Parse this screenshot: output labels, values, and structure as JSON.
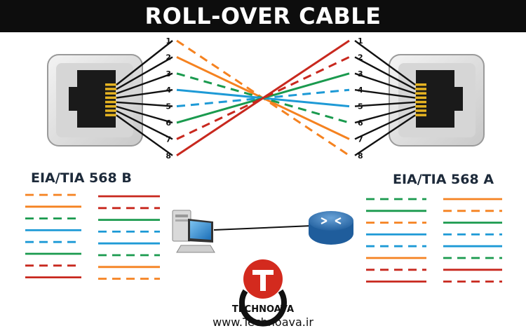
{
  "title": "ROLL-OVER CABLE",
  "left_standard": "EIA/TIA 568 B",
  "right_standard": "EIA/TIA 568 A",
  "pin_numbers": [
    "1",
    "2",
    "3",
    "4",
    "5",
    "6",
    "7",
    "8"
  ],
  "wire_colors": [
    "#f58220",
    "#f58220",
    "#1a9a4e",
    "#1e9ad6",
    "#1e9ad6",
    "#1a9a4e",
    "#c8281e",
    "#c8281e"
  ],
  "wire_dashed": [
    true,
    false,
    true,
    false,
    true,
    false,
    true,
    false
  ],
  "crossover_pairs": [
    [
      1,
      8
    ],
    [
      2,
      7
    ],
    [
      3,
      6
    ],
    [
      4,
      5
    ],
    [
      5,
      4
    ],
    [
      6,
      3
    ],
    [
      7,
      2
    ],
    [
      8,
      1
    ]
  ],
  "legend_b_colors": [
    "#f58220",
    "#f58220",
    "#1a9a4e",
    "#1e9ad6",
    "#1e9ad6",
    "#1a9a4e",
    "#c8281e",
    "#c8281e"
  ],
  "legend_b_dashed": [
    true,
    false,
    true,
    false,
    true,
    false,
    true,
    false
  ],
  "legend_a_colors": [
    "#1a9a4e",
    "#1a9a4e",
    "#f58220",
    "#1e9ad6",
    "#1e9ad6",
    "#f58220",
    "#c8281e",
    "#c8281e"
  ],
  "legend_a_dashed": [
    true,
    false,
    true,
    false,
    true,
    false,
    true,
    false
  ],
  "right_pair_colors": [
    "#c8281e",
    "#c8281e",
    "#1a9a4e",
    "#1e9ad6",
    "#1e9ad6",
    "#1a9a4e",
    "#f58220",
    "#f58220"
  ],
  "right_pair_dashed": [
    false,
    true,
    false,
    true,
    false,
    true,
    false,
    true
  ],
  "brand": {
    "name": "TECHNOAVA",
    "url": "www.Technoava.ir",
    "logo_color": "#d32a1e"
  },
  "devices": [
    "computer-icon",
    "router-icon"
  ]
}
